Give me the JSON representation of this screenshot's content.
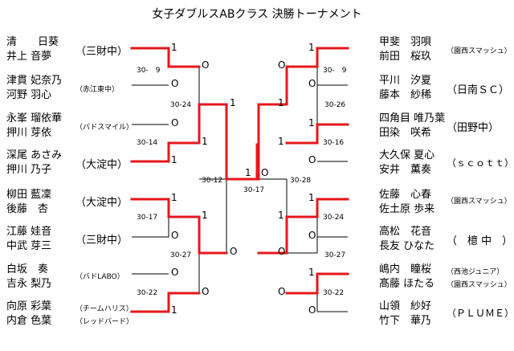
{
  "title": "女子ダブルスABクラス 決勝トーナメント",
  "left_teams": [
    {
      "p1": "清　　日葵",
      "p2": "井上 音夢",
      "club": "（三財中）"
    },
    {
      "p1": "津貫 妃奈乃",
      "p2": "河野 羽心",
      "club": "（赤江東中）"
    },
    {
      "p1": "永峯 瑠依華",
      "p2": "押川 芽依",
      "club": "（バドスマイル）"
    },
    {
      "p1": "深尾 あさみ",
      "p2": "押川 乃子",
      "club": "（大淀中）"
    },
    {
      "p1": "柳田 藍凜",
      "p2": "後藤　杏",
      "club": "（大淀中）"
    },
    {
      "p1": "江藤 娃音",
      "p2": "中武 芽三",
      "club": "（三財中）"
    },
    {
      "p1": "白坂　奏",
      "p2": "吉永 梨乃",
      "club": "（バドLABO）"
    },
    {
      "p1": "向原 彩葉",
      "p2": "内倉 色葉",
      "club": "（チームハリス）",
      "club2": "（レッドバード）"
    }
  ],
  "right_teams": [
    {
      "p1": "甲斐　羽唄",
      "p2": "前田　桜玖",
      "club": "（園西スマッシュ）"
    },
    {
      "p1": "平川　汐夏",
      "p2": "藤本　紗稀",
      "club": "（日南ＳＣ）"
    },
    {
      "p1": "四角目 唯乃葉",
      "p2": "田染　咲希",
      "club": "（田野中）"
    },
    {
      "p1": "大久保 夏心",
      "p2": "安井　薫奏",
      "club": "（ｓｃｏｔｔ）"
    },
    {
      "p1": "佐藤　心春",
      "p2": "佐土原 歩来",
      "club": "（園西スマッシュ）"
    },
    {
      "p1": "高松　花音",
      "p2": "長友 ひなた",
      "club": "（　檍 中　）"
    },
    {
      "p1": "嶋内　瞳桜",
      "p2": "髙藤 ほたる",
      "club": "（西池ジュニア）",
      "club2": "（園西スマッシュ）"
    },
    {
      "p1": "山領　紗好",
      "p2": "竹下　華乃",
      "club": "（ＰＬＵＭＥ）"
    }
  ],
  "scores": {
    "l_r1_1": "30-　9",
    "l_r1_2": "30-14",
    "l_r1_3": "30-17",
    "l_r1_4": "30-22",
    "l_r2_1": "30-24",
    "l_r2_2": "30-27",
    "l_semi": "30-12",
    "final": "30-17",
    "r_semi": "30-28",
    "r_r1_1": "30-　9",
    "r_r1_2": "30-16",
    "r_r1_3": "30-24",
    "r_r1_4": "30-22",
    "r_r2_1": "30-26",
    "r_r2_2": "30-27"
  },
  "results": {
    "win": "1",
    "loss": "O"
  }
}
